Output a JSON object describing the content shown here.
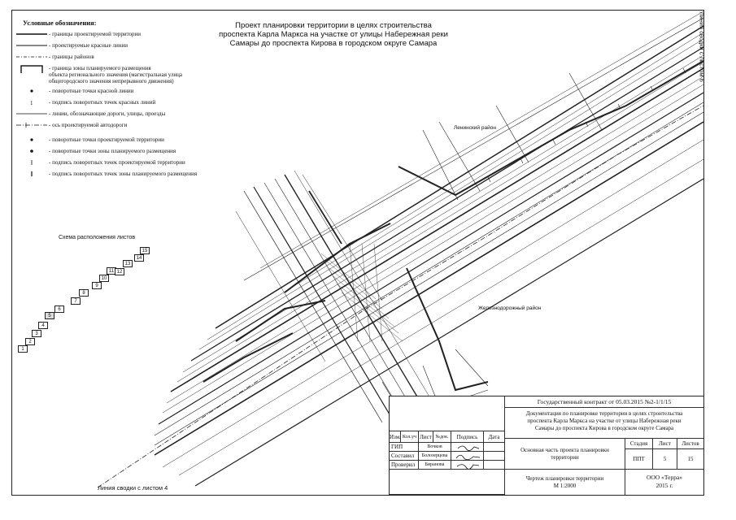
{
  "title": {
    "line1": "Проект планировки территории в целях строительства",
    "line2": "проспекта Карла Маркса на участке от улицы Набережная реки",
    "line3": "Самары до проспекта Кирова в городском округе Самара"
  },
  "legend": {
    "heading": "Условные обозначения:",
    "items": [
      "- границы проектируемой территории",
      "- проектируемые красные линии",
      "- границы районов",
      "- граница зоны планируемого размещения",
      "объекта регионального значения (магистральная улица",
      "общегородского значения непрерывного движения)",
      "- поворотные точки красной линии",
      "- подпись поворотных точек красных линий",
      "- линии, обозначающие дороги, улицы, проезды",
      "- ось проектируемой автодороги",
      "- поворотные точки проектируемой территории",
      "- поворотные точки зоны планируемого размещения",
      "- подпись поворотных точек проектируемой территории",
      "- подпись поворотных точек зоны планируемого размещения"
    ],
    "axis_label": "20",
    "point_label": "1"
  },
  "map": {
    "side_label": "Линия сводки с листом 6",
    "bottom_label": "Линия сводки с листом 4",
    "district_north": "Ленинский район",
    "district_south": "Железнодорожный район"
  },
  "scheme": {
    "title": "Схема расположения листов",
    "sheets": [
      "1",
      "2",
      "3",
      "4",
      "5",
      "6",
      "7",
      "8",
      "9",
      "10",
      "11",
      "12",
      "13",
      "14",
      "15"
    ]
  },
  "title_block": {
    "contract": "Государственный контракт от 05.03.2015 №2-1/1/15",
    "doc_line1": "Документация по планировке территории в целях строительства",
    "doc_line2": "проспекта Карла Маркса на участке от улицы Набережная реки",
    "doc_line3": "Самары до проспекта Кирова в городском округе Самара",
    "col_izm": "Изм.",
    "col_koluch": "Кол.уч",
    "col_list": "Лист",
    "col_ndok": "№док.",
    "col_podpis": "Подпись",
    "col_data": "Дата",
    "role1": "ГИП",
    "name1": "Вочков",
    "role2": "Составил",
    "name2": "Болозерцева",
    "role3": "Проверил",
    "name3": "Биранова",
    "section_line1": "Основная часть проекта планировки",
    "section_line2": "территории",
    "stage_h": "Стадия",
    "sheet_h": "Лист",
    "sheets_h": "Листов",
    "stage_v": "ППТ",
    "sheet_v": "5",
    "sheets_v": "15",
    "drawing_line1": "Чертеж планировки территории",
    "drawing_line2": "М 1:2000",
    "org_line1": "ООО «Терра»",
    "org_line2": "2015 г."
  }
}
